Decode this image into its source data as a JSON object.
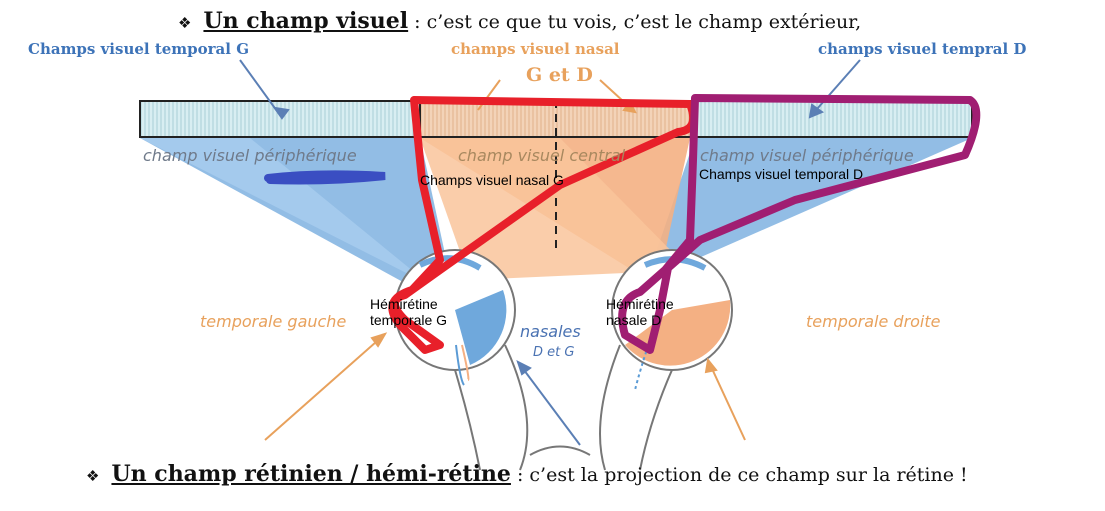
{
  "title": {
    "bullet": "❖",
    "term": "Un champ visuel",
    "definition": " : c’est ce que tu vois, c’est le champ extérieur,"
  },
  "footer": {
    "bullet": "❖",
    "term": "Un champ rétinien / hémi-rétine",
    "definition": " : c’est la projection de ce champ sur la rétine !"
  },
  "labels": {
    "temporal_left": "Champs visuel temporal G",
    "nasal_top": "champs visuel nasal",
    "nasal_sub": "G et D",
    "temporal_right": "champs visuel tempral D",
    "peripheral_left": "champ visuel périphérique",
    "central": "champ visuel central",
    "peripheral_right": "champ visuel périphérique",
    "temporale_gauche": "temporale gauche",
    "temporale_droite": "temporale droite",
    "nasales": "nasales",
    "d_et_g": "D et G"
  },
  "annotations": {
    "nasal_g": "Champs visuel nasal G",
    "temporal_d": "Champs visuel temporal D",
    "hemi_temporale_g_1": "Hémirétine",
    "hemi_temporale_g_2": "temporale G",
    "hemi_nasale_d_1": "Hémirétine",
    "hemi_nasale_d_2": "nasale D"
  },
  "colors": {
    "blue": "#5b9bd5",
    "orange": "#f4a46a",
    "red_marker": "#e8202a",
    "purple_marker": "#a01e72"
  }
}
